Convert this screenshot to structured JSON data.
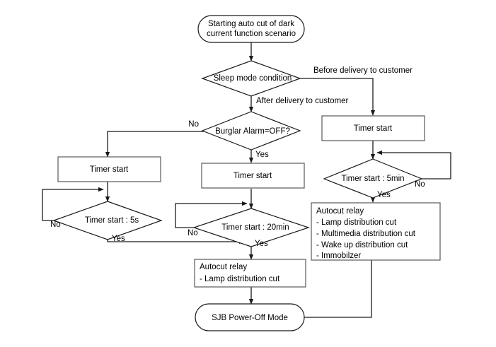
{
  "diagram": {
    "title": "Auto cut of dark current function scenario flowchart",
    "colors": {
      "background": "#ffffff",
      "stroke": "#1a1a1a",
      "box_stroke": "#555a5e",
      "text": "#000000"
    },
    "nodes": {
      "start": {
        "type": "terminator",
        "line1": "Starting auto cut of dark",
        "line2": "current function scenario"
      },
      "sleep_mode": {
        "type": "decision",
        "label": "Sleep mode condition"
      },
      "burglar_alarm": {
        "type": "decision",
        "label": "Burglar Alarm=OFF?"
      },
      "timer_start_left": {
        "type": "process",
        "label": "Timer start"
      },
      "timer_start_mid": {
        "type": "process",
        "label": "Timer start"
      },
      "timer_start_right": {
        "type": "process",
        "label": "Timer start"
      },
      "timer_5s": {
        "type": "decision",
        "label": "Timer start : 5s"
      },
      "timer_20min": {
        "type": "decision",
        "label": "Timer start : 20min"
      },
      "timer_5min": {
        "type": "decision",
        "label": "Timer start : 5min"
      },
      "autocut_relay_small": {
        "type": "process",
        "line1": "Autocut relay",
        "line2": "- Lamp distribution cut"
      },
      "autocut_relay_big": {
        "type": "process",
        "line1": "Autocut relay",
        "line2": "- Lamp distribution cut",
        "line3": "- Multimedia distribution cut",
        "line4": "- Wake up distribution cut",
        "line5": "- Immobilzer"
      },
      "sjb_power_off": {
        "type": "terminator",
        "label": "SJB Power-Off Mode"
      }
    },
    "edge_labels": {
      "before_delivery": "Before delivery to customer",
      "after_delivery": "After delivery to customer",
      "burglar_no": "No",
      "burglar_yes": "Yes",
      "timer5s_no": "No",
      "timer5s_yes": "Yes",
      "timer20min_no": "No",
      "timer20min_yes": "Yes",
      "timer5min_no": "No",
      "timer5min_yes": "Yes"
    }
  }
}
